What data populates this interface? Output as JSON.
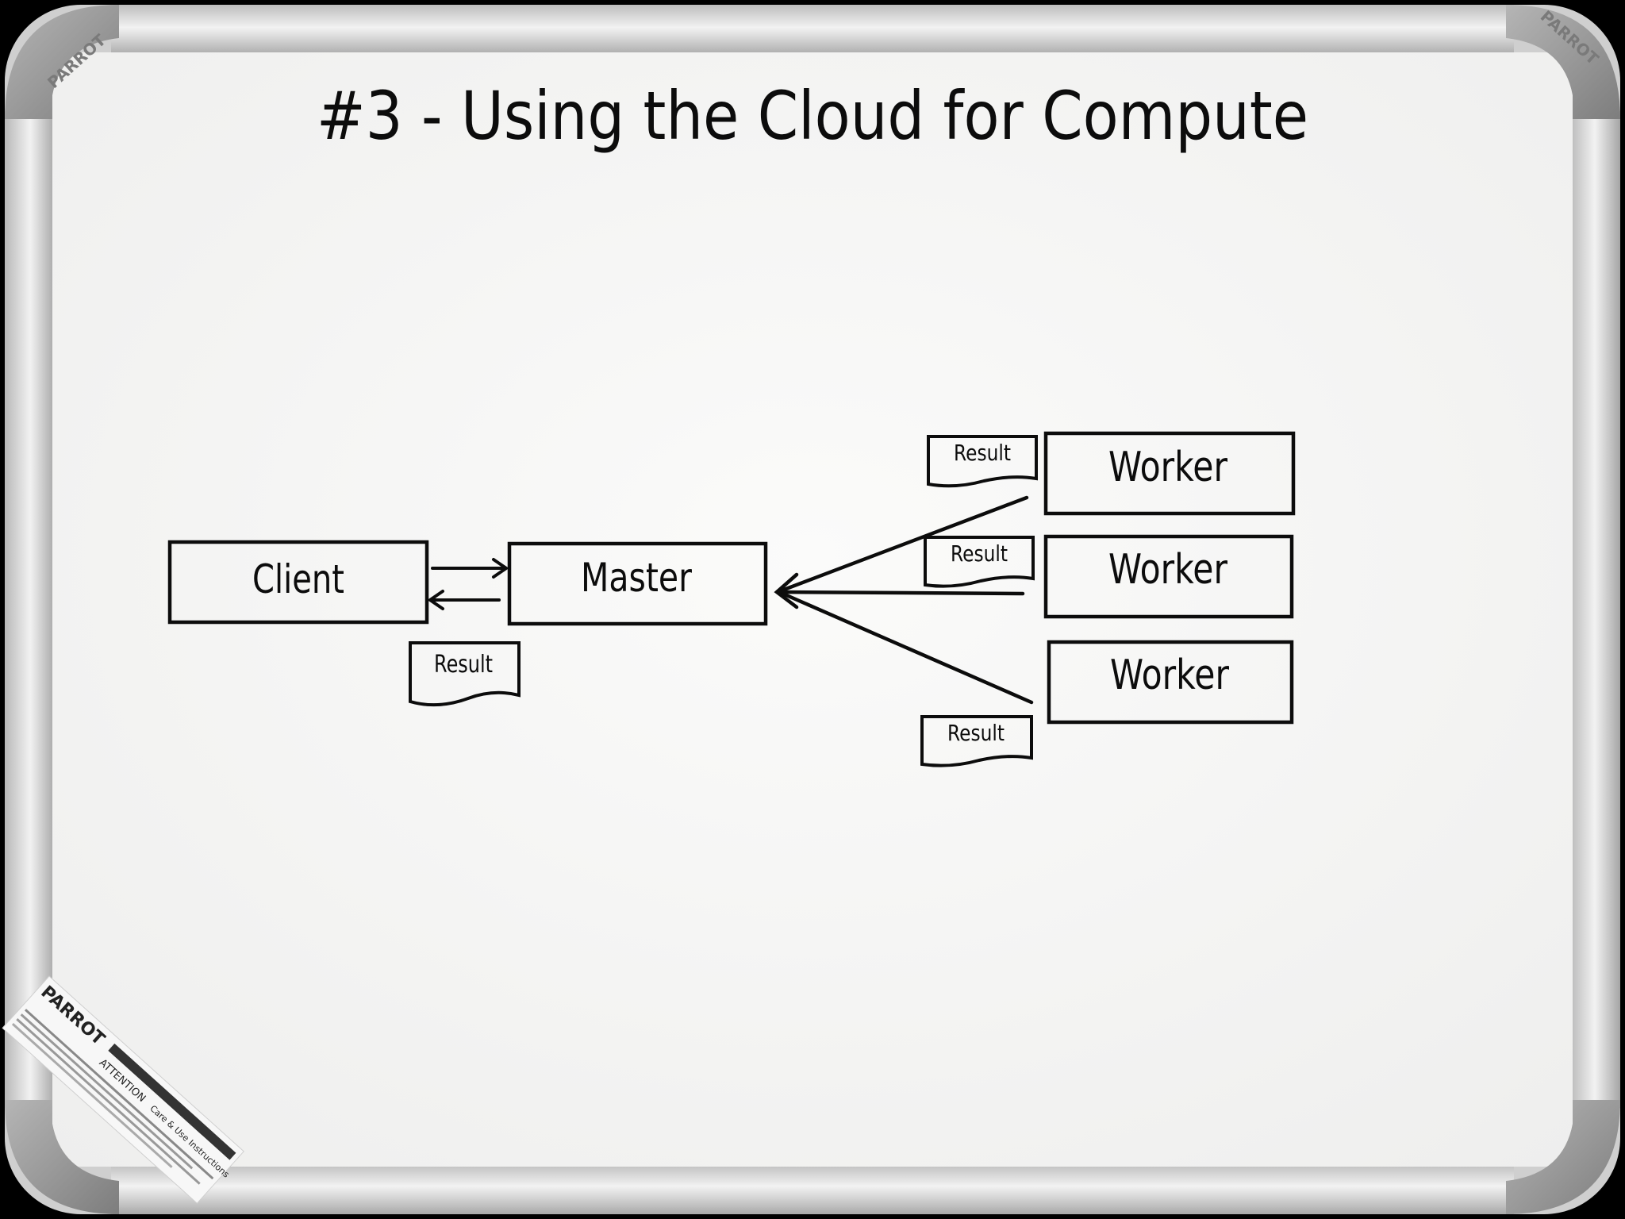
{
  "title": "#3 - Using the Cloud for Compute",
  "nodes": {
    "client": "Client",
    "master": "Master",
    "worker_1": "Worker",
    "worker_2": "Worker",
    "worker_3": "Worker"
  },
  "documents": {
    "client_result": "Result",
    "worker_1_result": "Result",
    "worker_2_result": "Result",
    "worker_3_result": "Result"
  },
  "brand": "PARROT",
  "sticker": {
    "brand": "PARROT",
    "heading": "ATTENTION",
    "subheading": "Care & Use Instructions"
  },
  "colors": {
    "board": "#f4f4f3",
    "frame": "#d6d6d6",
    "ink": "#0c0c0c"
  }
}
